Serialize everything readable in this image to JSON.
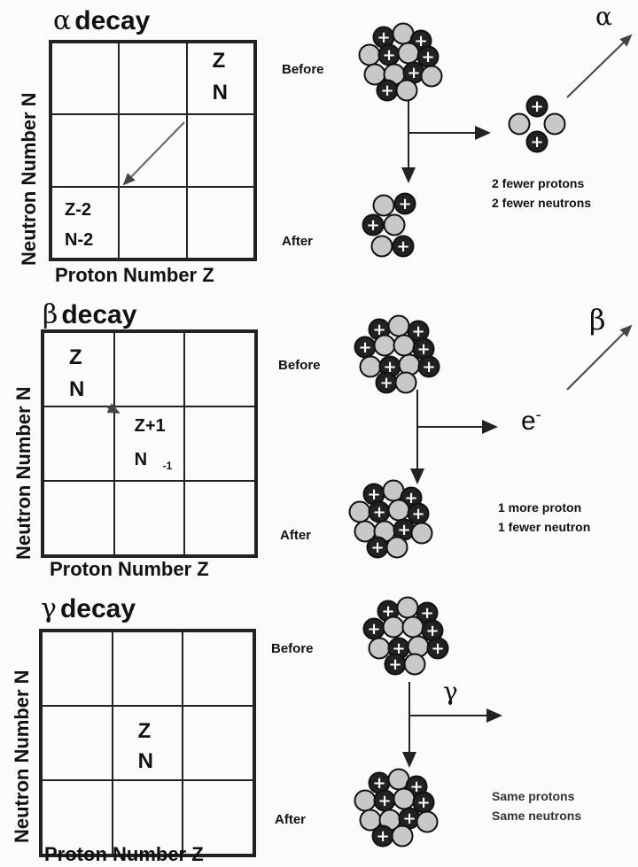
{
  "axes": {
    "y_label": "Neutron Number N",
    "x_label": "Proton Number Z"
  },
  "stage": {
    "before": "Before",
    "after": "After"
  },
  "alpha": {
    "symbol": "α",
    "title": "decay",
    "cell_start": [
      "Z",
      "N"
    ],
    "cell_end": [
      "Z-2",
      "N-2"
    ],
    "emitted": "α",
    "note": [
      "2 fewer protons",
      "2 fewer neutrons"
    ]
  },
  "beta": {
    "symbol": "β",
    "title": "decay",
    "cell_start": [
      "Z",
      "N"
    ],
    "cell_end": [
      "Z+1",
      "N",
      "-1"
    ],
    "emitted": "β",
    "particle": "e",
    "particle_sup": "-",
    "note": [
      "1 more proton",
      "1 fewer neutron"
    ]
  },
  "gamma": {
    "symbol": "γ",
    "title": "decay",
    "cell_center": [
      "Z",
      "N"
    ],
    "emitted": "γ",
    "note": [
      "Same protons",
      "Same neutrons"
    ]
  },
  "colors": {
    "proton": "#222222",
    "neutron": "#c8c8c8",
    "line": "#222222"
  }
}
